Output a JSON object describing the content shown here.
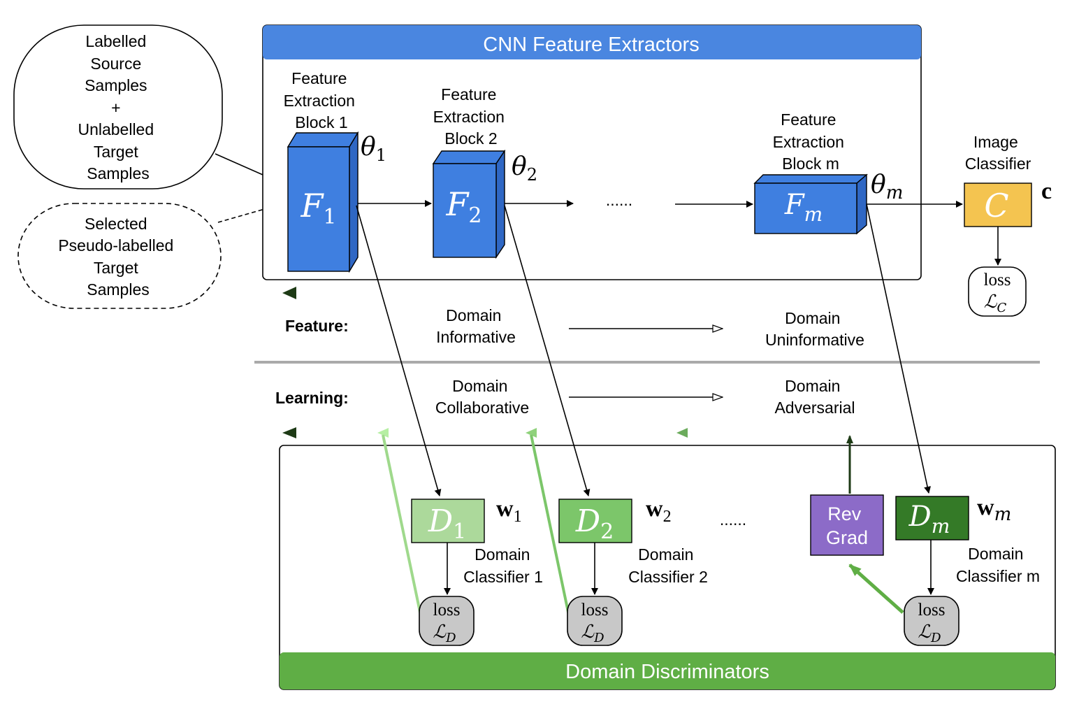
{
  "sources": {
    "labelled_lines": [
      "Labelled",
      "Source",
      "Samples",
      "+",
      "Unlabelled",
      "Target",
      "Samples"
    ],
    "pseudo_lines": [
      "Selected",
      "Pseudo-labelled",
      "Target",
      "Samples"
    ]
  },
  "cnn": {
    "title": "CNN Feature Extractors",
    "block1": {
      "caption": [
        "Feature",
        "Extraction",
        "Block 1"
      ],
      "symbol": "F",
      "sub": "1",
      "param": "θ",
      "param_sub": "1"
    },
    "block2": {
      "caption": [
        "Feature",
        "Extraction",
        "Block 2"
      ],
      "symbol": "F",
      "sub": "2",
      "param": "θ",
      "param_sub": "2"
    },
    "blockm": {
      "caption": [
        "Feature",
        "Extraction",
        "Block m"
      ],
      "symbol": "F",
      "sub": "m",
      "param": "θ",
      "param_sub": "m"
    },
    "ellipsis": "......"
  },
  "classifier": {
    "caption": [
      "Image",
      "Classifier"
    ],
    "symbol": "C",
    "param": "c",
    "loss_word": "loss",
    "loss_symbol": "ℒ",
    "loss_sub": "C"
  },
  "feature_row": {
    "label": "Feature:",
    "left": [
      "Domain",
      "Informative"
    ],
    "right": [
      "Domain",
      "Uninformative"
    ]
  },
  "learning_row": {
    "label": "Learning:",
    "left": [
      "Domain",
      "Collaborative"
    ],
    "right": [
      "Domain",
      "Adversarial"
    ]
  },
  "discriminators": {
    "title": "Domain Discriminators",
    "d1": {
      "symbol": "D",
      "sub": "1",
      "param": "w",
      "param_sub": "1",
      "caption": [
        "Domain",
        "Classifier 1"
      ]
    },
    "d2": {
      "symbol": "D",
      "sub": "2",
      "param": "w",
      "param_sub": "2",
      "caption": [
        "Domain",
        "Classifier 2"
      ]
    },
    "dm": {
      "symbol": "D",
      "sub": "m",
      "param": "w",
      "param_sub": "m",
      "caption": [
        "Domain",
        "Classifier m"
      ]
    },
    "ellipsis": "......",
    "revgrad": [
      "Rev",
      "Grad"
    ],
    "loss_word": "loss",
    "loss_symbol": "ℒ",
    "loss_sub": "D"
  },
  "colors": {
    "cnn_blue": "#4a86e0",
    "block_blue": "#3f7fe0",
    "classifier_yellow": "#f4c450",
    "disc_green": "#5fae45",
    "d1_green": "#acd99b",
    "d2_green": "#7cc66a",
    "dm_green": "#347a27",
    "revgrad_purple": "#8c6bc8",
    "loss_gray": "#c8c8c8"
  }
}
